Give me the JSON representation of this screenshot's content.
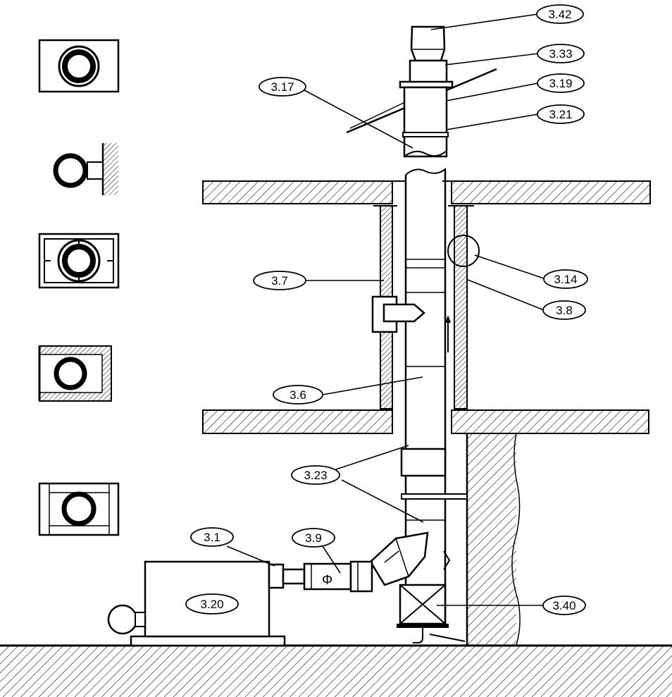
{
  "labels": {
    "l342": "3.42",
    "l333": "3.33",
    "l319": "3.19",
    "l321": "3.21",
    "l317": "3.17",
    "l314": "3.14",
    "l37": "3.7",
    "l38": "3.8",
    "l36": "3.6",
    "l323": "3.23",
    "l31": "3.1",
    "l39": "3.9",
    "l320": "3.20",
    "l340": "3.40"
  },
  "damper_symbol": "Φ"
}
